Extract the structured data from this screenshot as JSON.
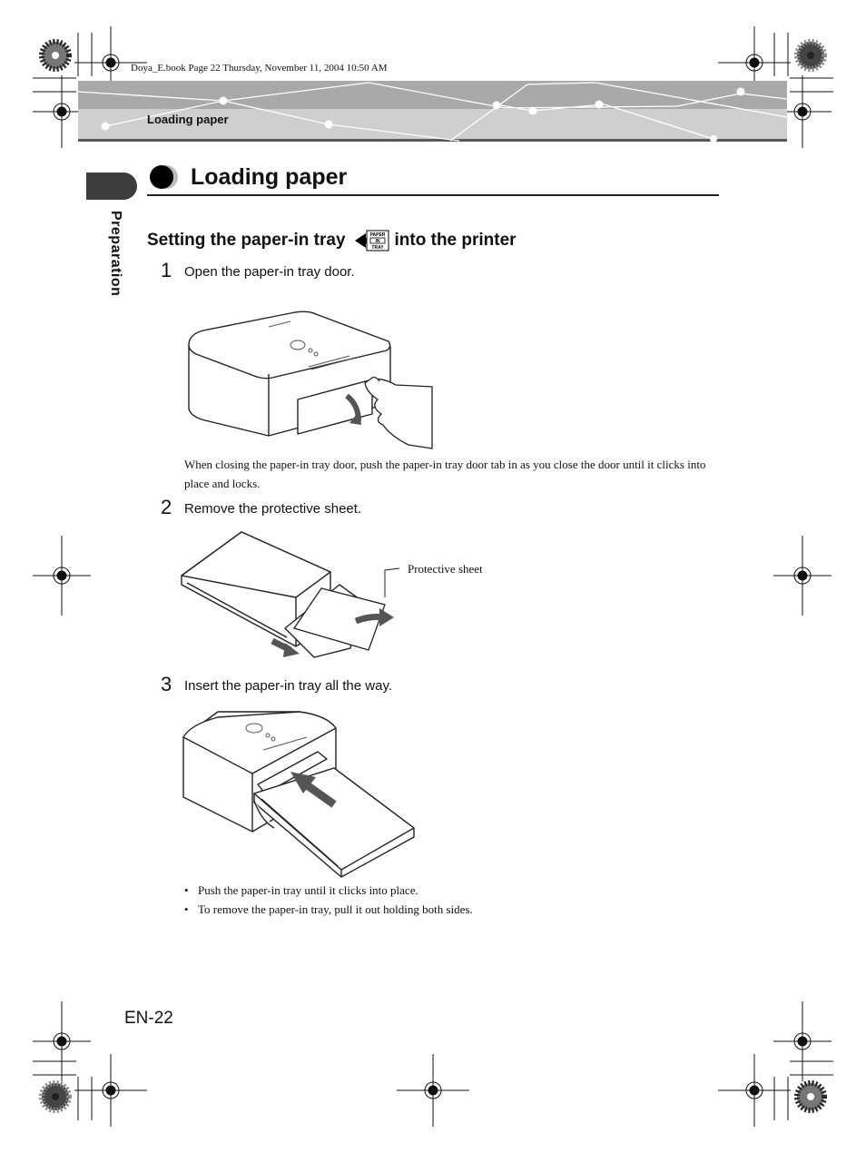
{
  "file_info": "Doya_E.book  Page 22  Thursday, November 11, 2004  10:50 AM",
  "header_label": "Loading paper",
  "side_label": "Preparation",
  "title": "Loading paper",
  "section": {
    "heading_before": "Setting the paper-in tray",
    "heading_after": "into the printer",
    "icon": {
      "name": "paper-in-tray-icon",
      "line1": "PAPER",
      "line2": "IN",
      "line3": "TRAY"
    }
  },
  "steps": [
    {
      "number": "1",
      "text": "Open the paper-in tray door."
    },
    {
      "number": "2",
      "text": "Remove the protective sheet."
    },
    {
      "number": "3",
      "text": "Insert the paper-in tray all the way."
    }
  ],
  "note": "When closing the paper-in tray door, push the paper-in tray door tab in as you close the door until it clicks into place and locks.",
  "callout_label": "Protective sheet",
  "bullets": [
    "Push the paper-in tray until it clicks into place.",
    "To remove the paper-in tray, pull it out holding both sides."
  ],
  "page_number": "EN-22"
}
